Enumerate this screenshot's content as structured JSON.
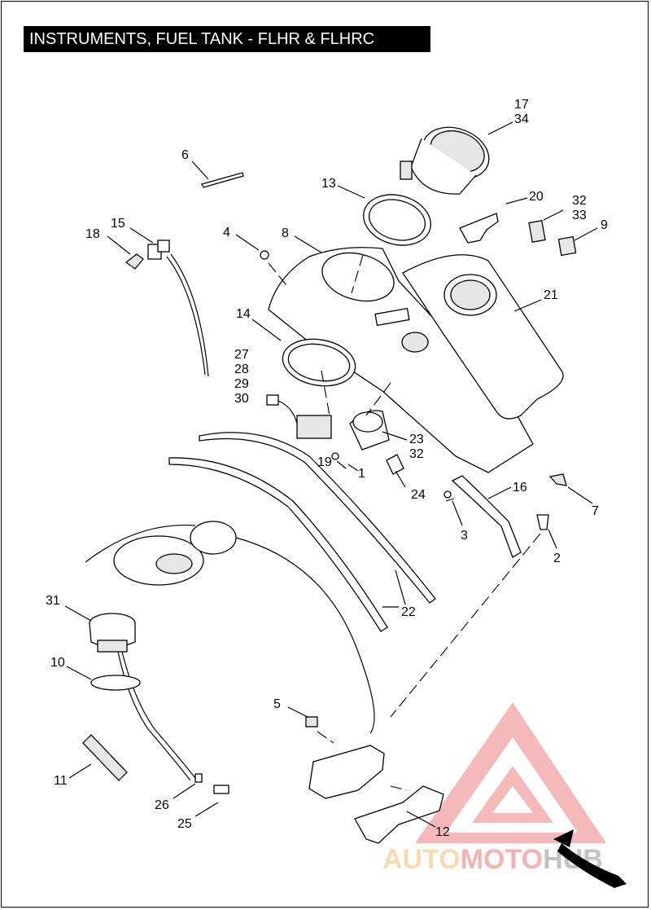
{
  "title": "INSTRUMENTS, FUEL TANK - FLHR & FLHRC",
  "callouts": {
    "c1": "1",
    "c2": "2",
    "c3": "3",
    "c4": "4",
    "c5": "5",
    "c6": "6",
    "c7": "7",
    "c8": "8",
    "c9": "9",
    "c10": "10",
    "c11": "11",
    "c12": "12",
    "c13": "13",
    "c14": "14",
    "c15": "15",
    "c16": "16",
    "c17": "17",
    "c18": "18",
    "c19": "19",
    "c20": "20",
    "c21": "21",
    "c22": "22",
    "c23": "23",
    "c24": "24",
    "c25": "25",
    "c26": "26",
    "c27": "27",
    "c28": "28",
    "c29": "29",
    "c30": "30",
    "c31": "31",
    "c32a": "32",
    "c32b": "32",
    "c33": "33",
    "c34": "34"
  },
  "watermark": {
    "part1": "AUTO",
    "part2": "MOTO",
    "part3": "HUB",
    "color": "#f08080",
    "color2": "#f4c27a"
  }
}
